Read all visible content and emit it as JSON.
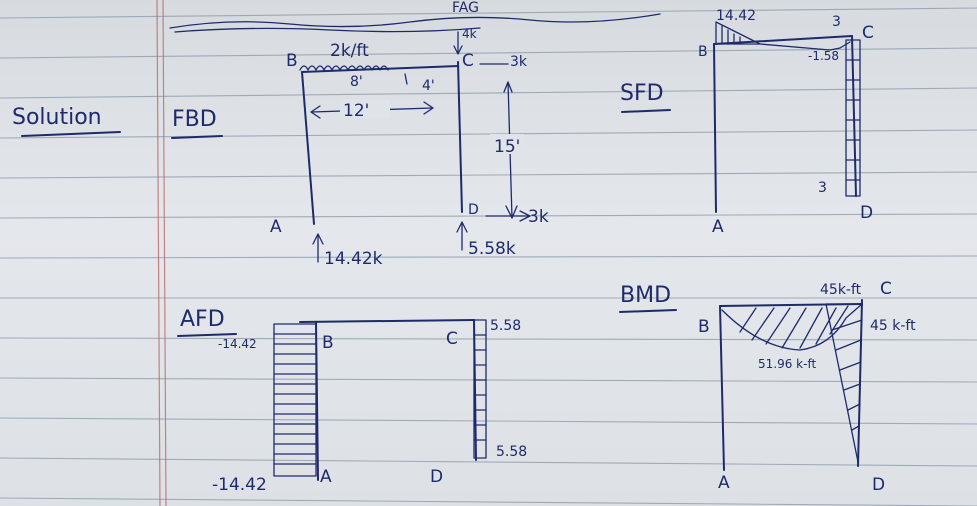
{
  "headings": {
    "solution": "Solution",
    "fbd": "FBD",
    "sfd": "SFD",
    "afd": "AFD",
    "bmd": "BMD",
    "top_scribble": "FAG"
  },
  "fbd": {
    "load": "2k/ft",
    "dim_8": "8'",
    "dim_4": "4'",
    "span": "12'",
    "point_load_top": "4k",
    "horizontal_load": "3k",
    "height": "15'",
    "reaction_A": "14.42k",
    "reaction_D": "5.58k",
    "reaction_D_horizontal": "3k",
    "node_A": "A",
    "node_B": "B",
    "node_C": "C",
    "node_D": "D"
  },
  "sfd": {
    "value_B": "14.42",
    "value_C_top": "3",
    "value_C_neg": "-1.58",
    "value_D": "3",
    "node_A": "A",
    "node_B": "B",
    "node_C": "C",
    "node_D": "D"
  },
  "afd": {
    "value_B": "-14.42",
    "value_A": "-14.42",
    "value_C": "5.58",
    "value_D": "5.58",
    "node_A": "A",
    "node_B": "B",
    "node_C": "C",
    "node_D": "D"
  },
  "bmd": {
    "moment_C": "45k-ft",
    "moment_C_side": "45 k-ft",
    "moment_mid": "51.96 k-ft",
    "node_A": "A",
    "node_B": "B",
    "node_C": "C",
    "node_D": "D"
  }
}
